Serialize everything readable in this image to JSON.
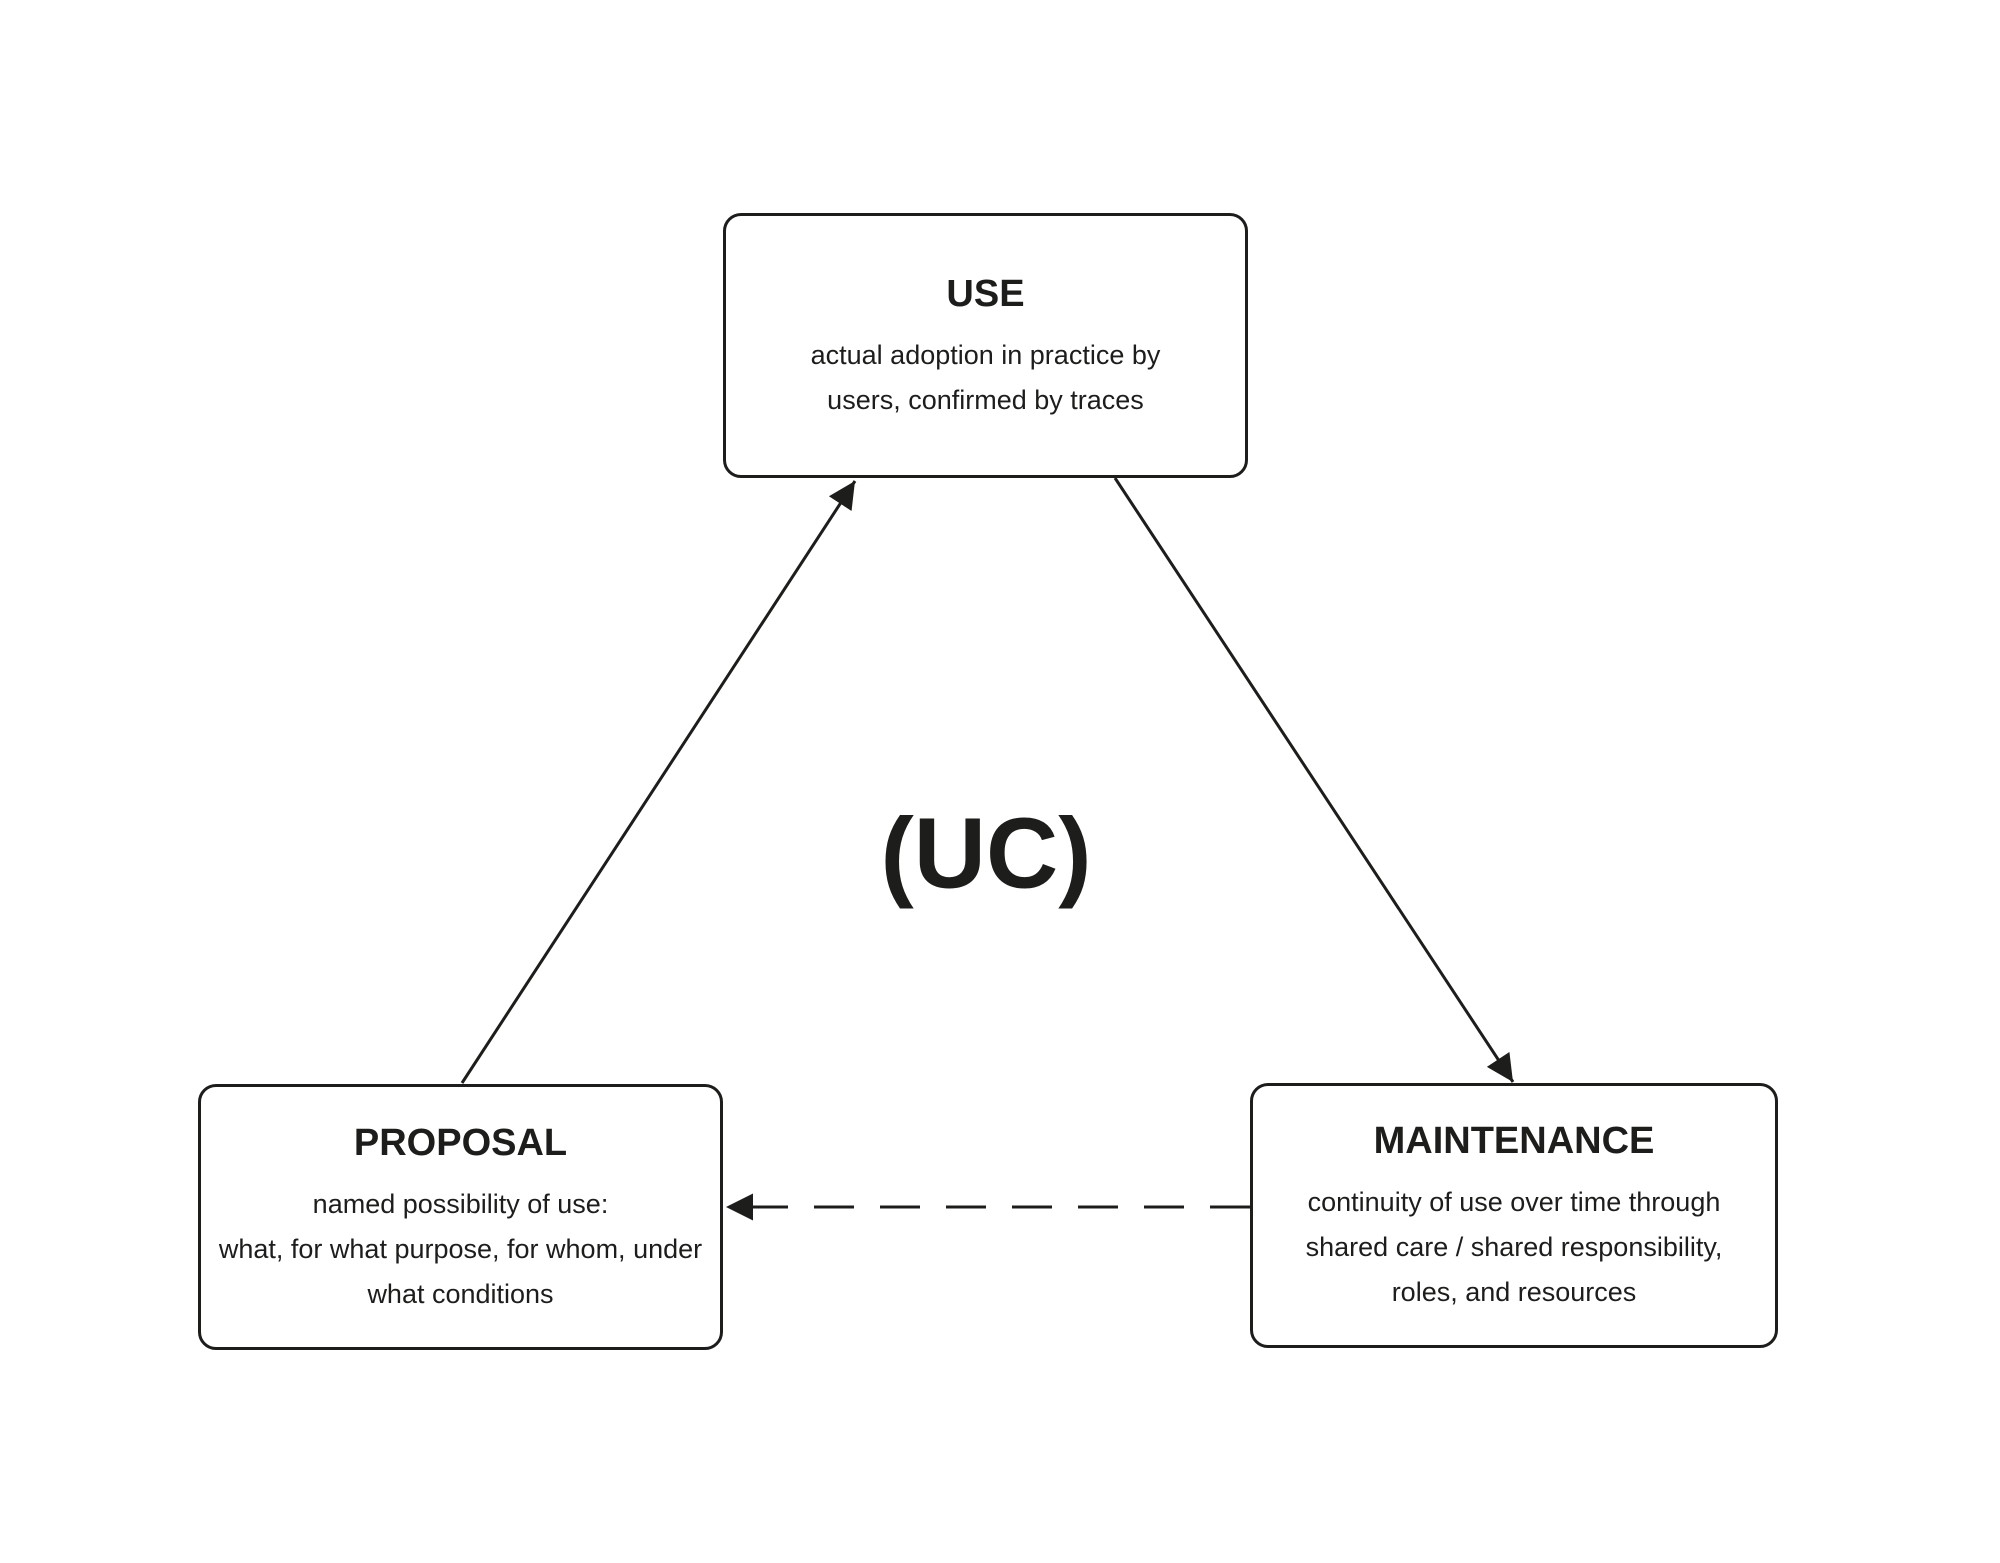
{
  "diagram": {
    "center_label": "(UC)",
    "colors": {
      "ink": "#1d1d1b",
      "background": "#ffffff"
    },
    "nodes": {
      "use": {
        "title": "USE",
        "lines": [
          "actual adoption in practice by",
          "users, confirmed by traces"
        ]
      },
      "proposal": {
        "title": "PROPOSAL",
        "lines": [
          "named possibility of use:",
          "what, for what purpose, for whom, under",
          "what conditions"
        ]
      },
      "maintenance": {
        "title": "MAINTENANCE",
        "lines": [
          "continuity of use over time through",
          "shared care / shared responsibility,",
          "roles, and resources"
        ]
      }
    },
    "edges": [
      {
        "from": "PROPOSAL",
        "to": "USE",
        "style": "solid",
        "arrowhead": "end"
      },
      {
        "from": "USE",
        "to": "MAINTENANCE",
        "style": "solid",
        "arrowhead": "end"
      },
      {
        "from": "MAINTENANCE",
        "to": "PROPOSAL",
        "style": "dashed",
        "arrowhead": "end"
      }
    ]
  }
}
